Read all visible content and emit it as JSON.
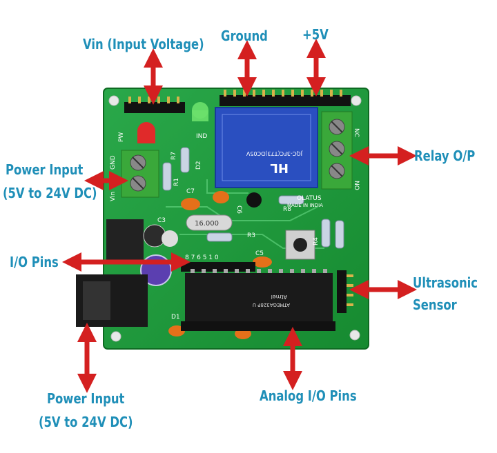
{
  "labels": {
    "vin": "Vin (Input Voltage)",
    "ground": "Ground",
    "plus5v": "+5V",
    "relay_op": "Relay O/P",
    "power_input_left_1": "Power Input",
    "power_input_left_2": "(5V to 24V DC)",
    "io_pins": "I/O Pins",
    "ultrasonic_1": "Ultrasonic",
    "ultrasonic_2": "Sensor",
    "power_input_bottom_1": "Power Input",
    "power_input_bottom_2": "(5V to 24V DC)",
    "analog_io": "Analog I/O Pins"
  },
  "board_text": {
    "pw": "PW",
    "ind": "IND",
    "gnd": "GND",
    "vin": "Vin",
    "r7": "R7",
    "r1": "R1",
    "d2": "D2",
    "c7": "C7",
    "c6": "C6",
    "c3": "C3",
    "r8": "R8",
    "r3": "R3",
    "r4": "R4",
    "c5": "C5",
    "d1": "D1",
    "crystal": "16.000",
    "relay_brand": "HL",
    "relay_spec": "JQC-3FC(T73)DC05V",
    "olatus": "OLATUS",
    "made_in": "MADE IN INDIA",
    "chip_brand": "Atmel",
    "chip_model": "ATMEGA328P U",
    "pins_row": "8 7 6 5 1 0",
    "no": "NO",
    "nc": "NC"
  },
  "colors": {
    "label": "#1f8fb8",
    "arrow": "#d42020",
    "pcb": "#1e9a3a",
    "relay": "#2a4fc0",
    "terminal": "#3aa83a",
    "chip": "#1a1a1a"
  }
}
